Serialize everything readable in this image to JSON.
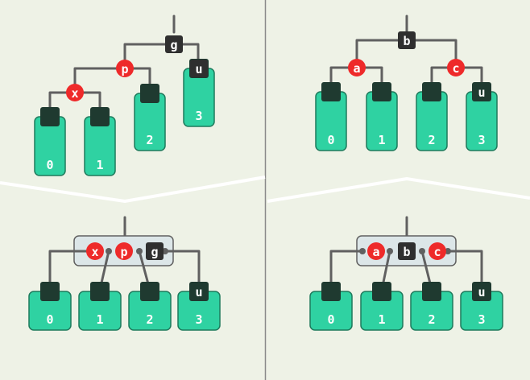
{
  "colors": {
    "background": "#eef2e6",
    "divider": "#ffffff",
    "panel_border": "#8a8a8a",
    "edge": "#606060",
    "red_node": "#ee2a2a",
    "black_node": "#2f2f2f",
    "leaf_fill": "#2fd2a2",
    "leaf_border": "#1e7a5c",
    "leaf_cap": "#1f3a30",
    "group_box": "#dce6e8"
  },
  "panels": [
    {
      "name": "top-left",
      "nodes": [
        {
          "id": "g",
          "label": "g",
          "color": "black"
        },
        {
          "id": "p",
          "label": "p",
          "color": "red"
        },
        {
          "id": "x",
          "label": "x",
          "color": "red"
        },
        {
          "id": "u",
          "label": "u",
          "color": "black"
        }
      ],
      "leaves": [
        {
          "label": "0",
          "cap": ""
        },
        {
          "label": "1",
          "cap": ""
        },
        {
          "label": "2",
          "cap": ""
        },
        {
          "label": "3",
          "cap": "u"
        }
      ]
    },
    {
      "name": "top-right",
      "nodes": [
        {
          "id": "b",
          "label": "b",
          "color": "black"
        },
        {
          "id": "a",
          "label": "a",
          "color": "red"
        },
        {
          "id": "c",
          "label": "c",
          "color": "red"
        },
        {
          "id": "u",
          "label": "u",
          "color": "black"
        }
      ],
      "leaves": [
        {
          "label": "0",
          "cap": ""
        },
        {
          "label": "1",
          "cap": ""
        },
        {
          "label": "2",
          "cap": ""
        },
        {
          "label": "3",
          "cap": "u"
        }
      ]
    },
    {
      "name": "bottom-left",
      "group": [
        {
          "label": "x",
          "color": "red"
        },
        {
          "label": "p",
          "color": "red"
        },
        {
          "label": "g",
          "color": "black"
        }
      ],
      "leaves": [
        {
          "label": "0",
          "cap": ""
        },
        {
          "label": "1",
          "cap": ""
        },
        {
          "label": "2",
          "cap": ""
        },
        {
          "label": "3",
          "cap": "u"
        }
      ]
    },
    {
      "name": "bottom-right",
      "group": [
        {
          "label": "a",
          "color": "red"
        },
        {
          "label": "b",
          "color": "black"
        },
        {
          "label": "c",
          "color": "red"
        }
      ],
      "leaves": [
        {
          "label": "0",
          "cap": ""
        },
        {
          "label": "1",
          "cap": ""
        },
        {
          "label": "2",
          "cap": ""
        },
        {
          "label": "3",
          "cap": "u"
        }
      ]
    }
  ]
}
